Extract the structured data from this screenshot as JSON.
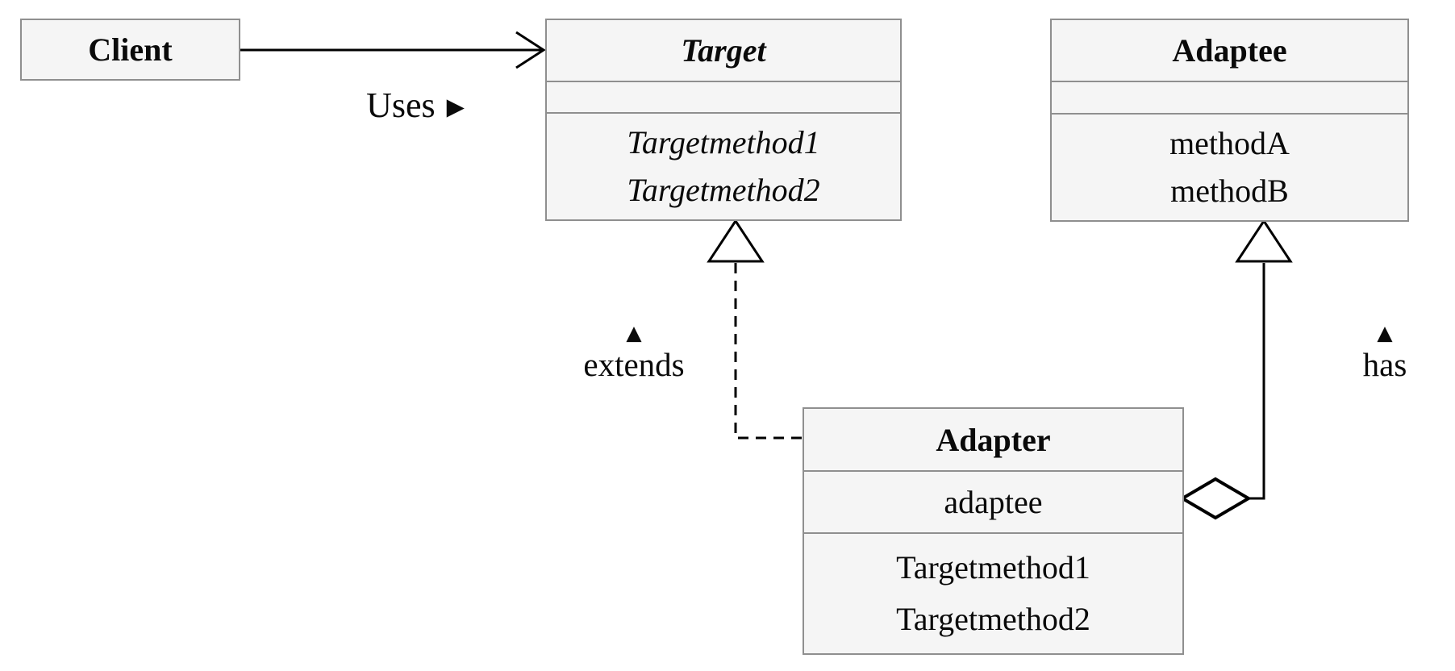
{
  "classes": {
    "client": {
      "name": "Client"
    },
    "target": {
      "name": "Target",
      "methods": [
        "Targetmethod1",
        "Targetmethod2"
      ]
    },
    "adaptee": {
      "name": "Adaptee",
      "methods": [
        "methodA",
        "methodB"
      ]
    },
    "adapter": {
      "name": "Adapter",
      "fields": [
        "adaptee"
      ],
      "methods": [
        "Targetmethod1",
        "Targetmethod2"
      ]
    }
  },
  "relations": {
    "uses": {
      "label": "Uses"
    },
    "extends": {
      "label": "extends"
    },
    "has": {
      "label": "has"
    }
  },
  "icons": {
    "arrow_right": "▶",
    "arrow_up": "▲"
  },
  "colors": {
    "box_fill": "#f5f5f5",
    "box_border": "#8f8f8f",
    "line": "#000000"
  }
}
